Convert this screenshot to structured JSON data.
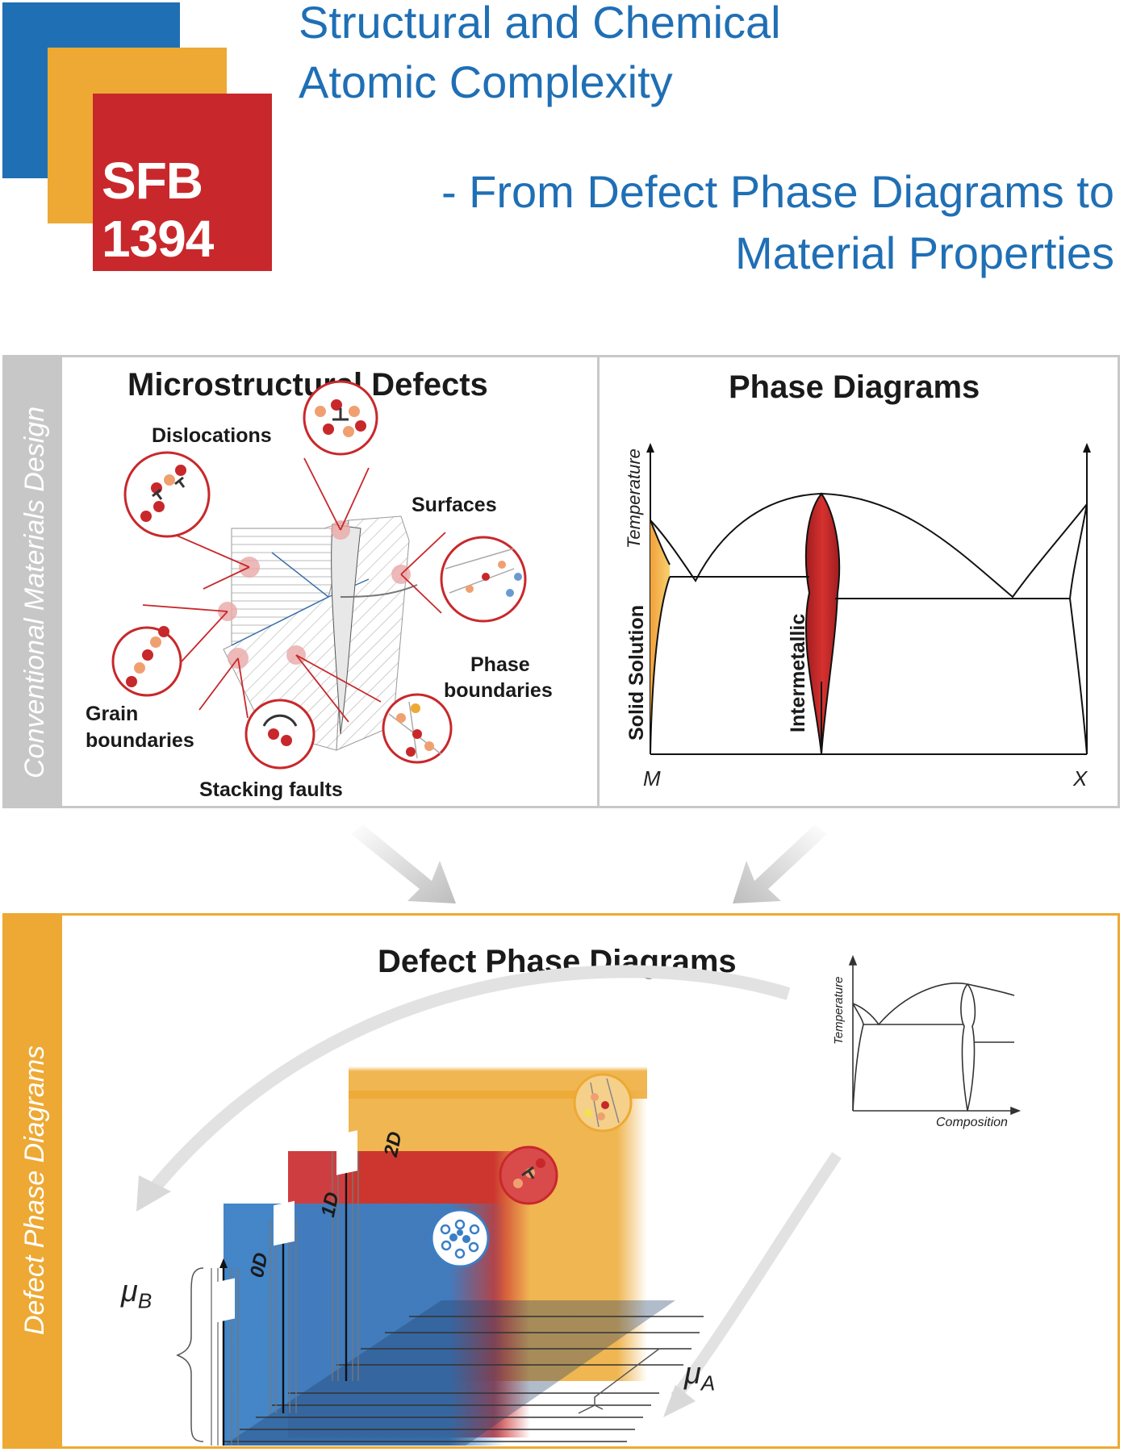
{
  "logo": {
    "line1": "SFB",
    "line2": "1394",
    "colors": {
      "blue": "#1f6fb5",
      "orange": "#eda934",
      "red": "#c8282b"
    }
  },
  "title": {
    "line1": "Structural and Chemical",
    "line2": "Atomic Complexity",
    "line3": "- From Defect Phase Diagrams to",
    "line4": "Material Properties"
  },
  "top_panel": {
    "side_label": "Conventional Materials Design",
    "defects": {
      "title": "Microstructural Defects",
      "labels": {
        "dislocations": "Dislocations",
        "surfaces": "Surfaces",
        "phase_boundaries_1": "Phase",
        "phase_boundaries_2": "boundaries",
        "grain_boundaries_1": "Grain",
        "grain_boundaries_2": "boundaries",
        "stacking_faults": "Stacking faults"
      }
    },
    "phase_diagram": {
      "title": "Phase Diagrams",
      "ylabel": "Temperature",
      "region_solid_solution": "Solid Solution",
      "region_intermetallic": "Intermetallic",
      "x_left": "M",
      "x_right": "X"
    }
  },
  "bottom_panel": {
    "side_label": "Defect Phase Diagrams",
    "title": "Defect Phase Diagrams",
    "axis_mu_b": "μ",
    "axis_mu_b_sub": "B",
    "axis_mu_a": "μ",
    "axis_mu_a_sub": "A",
    "dims": [
      "0D",
      "1D",
      "2D"
    ],
    "inset": {
      "ylabel": "Temperature",
      "xlabel": "Composition"
    },
    "colors": {
      "0D": "#3a7fc4",
      "1D": "#c8282b",
      "2D": "#eda934"
    }
  }
}
